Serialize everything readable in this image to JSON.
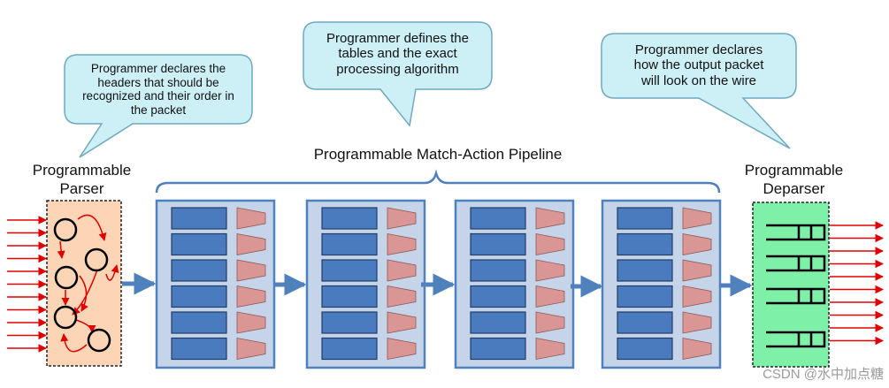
{
  "parser": {
    "title_line1": "Programmable",
    "title_line2": "Parser"
  },
  "deparser": {
    "title_line1": "Programmable",
    "title_line2": "Deparser"
  },
  "pipeline": {
    "title": "Programmable Match-Action Pipeline",
    "stage_count": 4,
    "tables_per_stage": 6
  },
  "callouts": {
    "parser": [
      "Programmer declares the",
      "headers that should be",
      "recognized and their order in",
      "the packet"
    ],
    "pipeline": [
      "Programmer defines the",
      "tables and the exact",
      "processing algorithm"
    ],
    "deparser": [
      "Programmer declares",
      "how the output packet",
      "will look on the wire"
    ]
  },
  "colors": {
    "callout_fill": "#cdf0f7",
    "callout_stroke": "#6fa9bf",
    "parser_fill": "#fbd5b5",
    "deparser_fill": "#7ef0a8",
    "stage_fill": "#c6d4ea",
    "stage_stroke": "#4f81bd",
    "table_fill": "#4a7bbf",
    "action_fill": "#d99694",
    "arrow_red": "#e00000",
    "arrow_blue": "#4f81bd"
  },
  "watermark": "CSDN @水中加点糖"
}
